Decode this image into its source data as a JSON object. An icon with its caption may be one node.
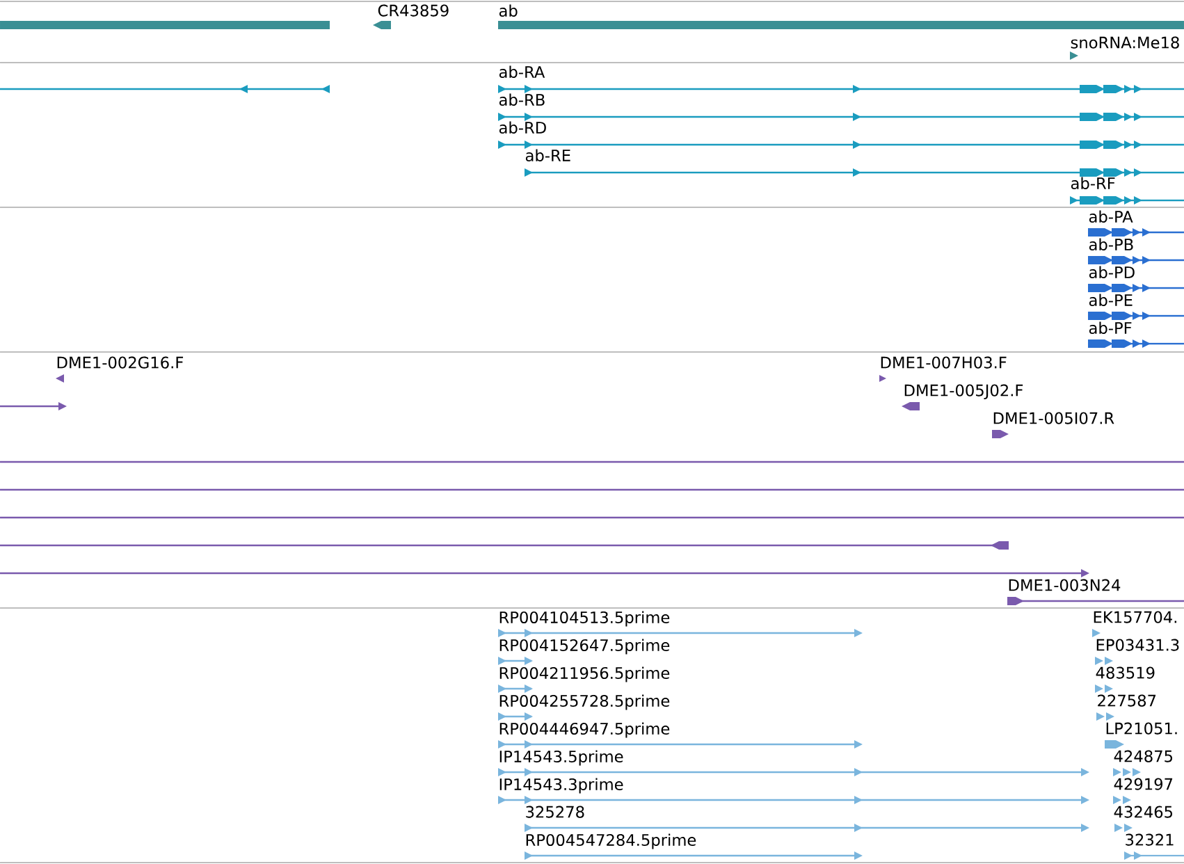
{
  "diagram": {
    "labels": [
      "CR43859",
      "ab",
      "snoRNA:Me18",
      "ab-RA",
      "ab-RB",
      "ab-RD",
      "ab-RE",
      "ab-RF",
      "ab-PA",
      "ab-PB",
      "ab-PD",
      "ab-PE",
      "ab-PF",
      "DME1-002G16.F",
      "DME1-007H03.F",
      "DME1-005J02.F",
      "DME1-005I07.R",
      "DME1-003N24",
      "RP004104513.5prime",
      "EK157704.",
      "RP004152647.5prime",
      "EP03431.3",
      "RP004211956.5prime",
      "483519",
      "RP004255728.5prime",
      "227587",
      "RP004446947.5prime",
      "LP21051.",
      "IP14543.5prime",
      "424875",
      "IP14543.3prime",
      "429197",
      "325278",
      "432465",
      "RP004547284.5prime",
      "32321"
    ]
  }
}
